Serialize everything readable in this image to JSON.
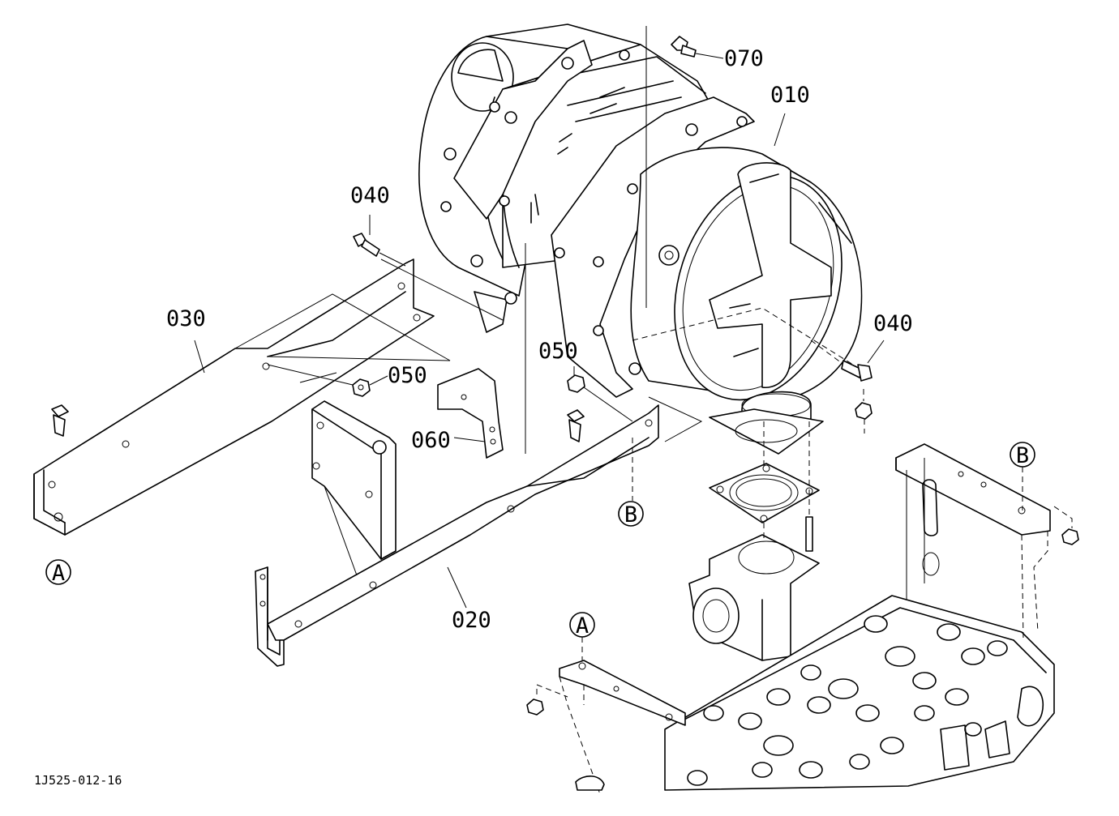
{
  "diagram": {
    "drawing_code": "1J525-012-16",
    "callouts": {
      "p010": "010",
      "p020": "020",
      "p030": "030",
      "p040a": "040",
      "p040b": "040",
      "p050a": "050",
      "p050b": "050",
      "p060": "060",
      "p070": "070"
    },
    "refs": {
      "a1": "A",
      "a2": "A",
      "b1": "B",
      "b2": "B"
    }
  }
}
